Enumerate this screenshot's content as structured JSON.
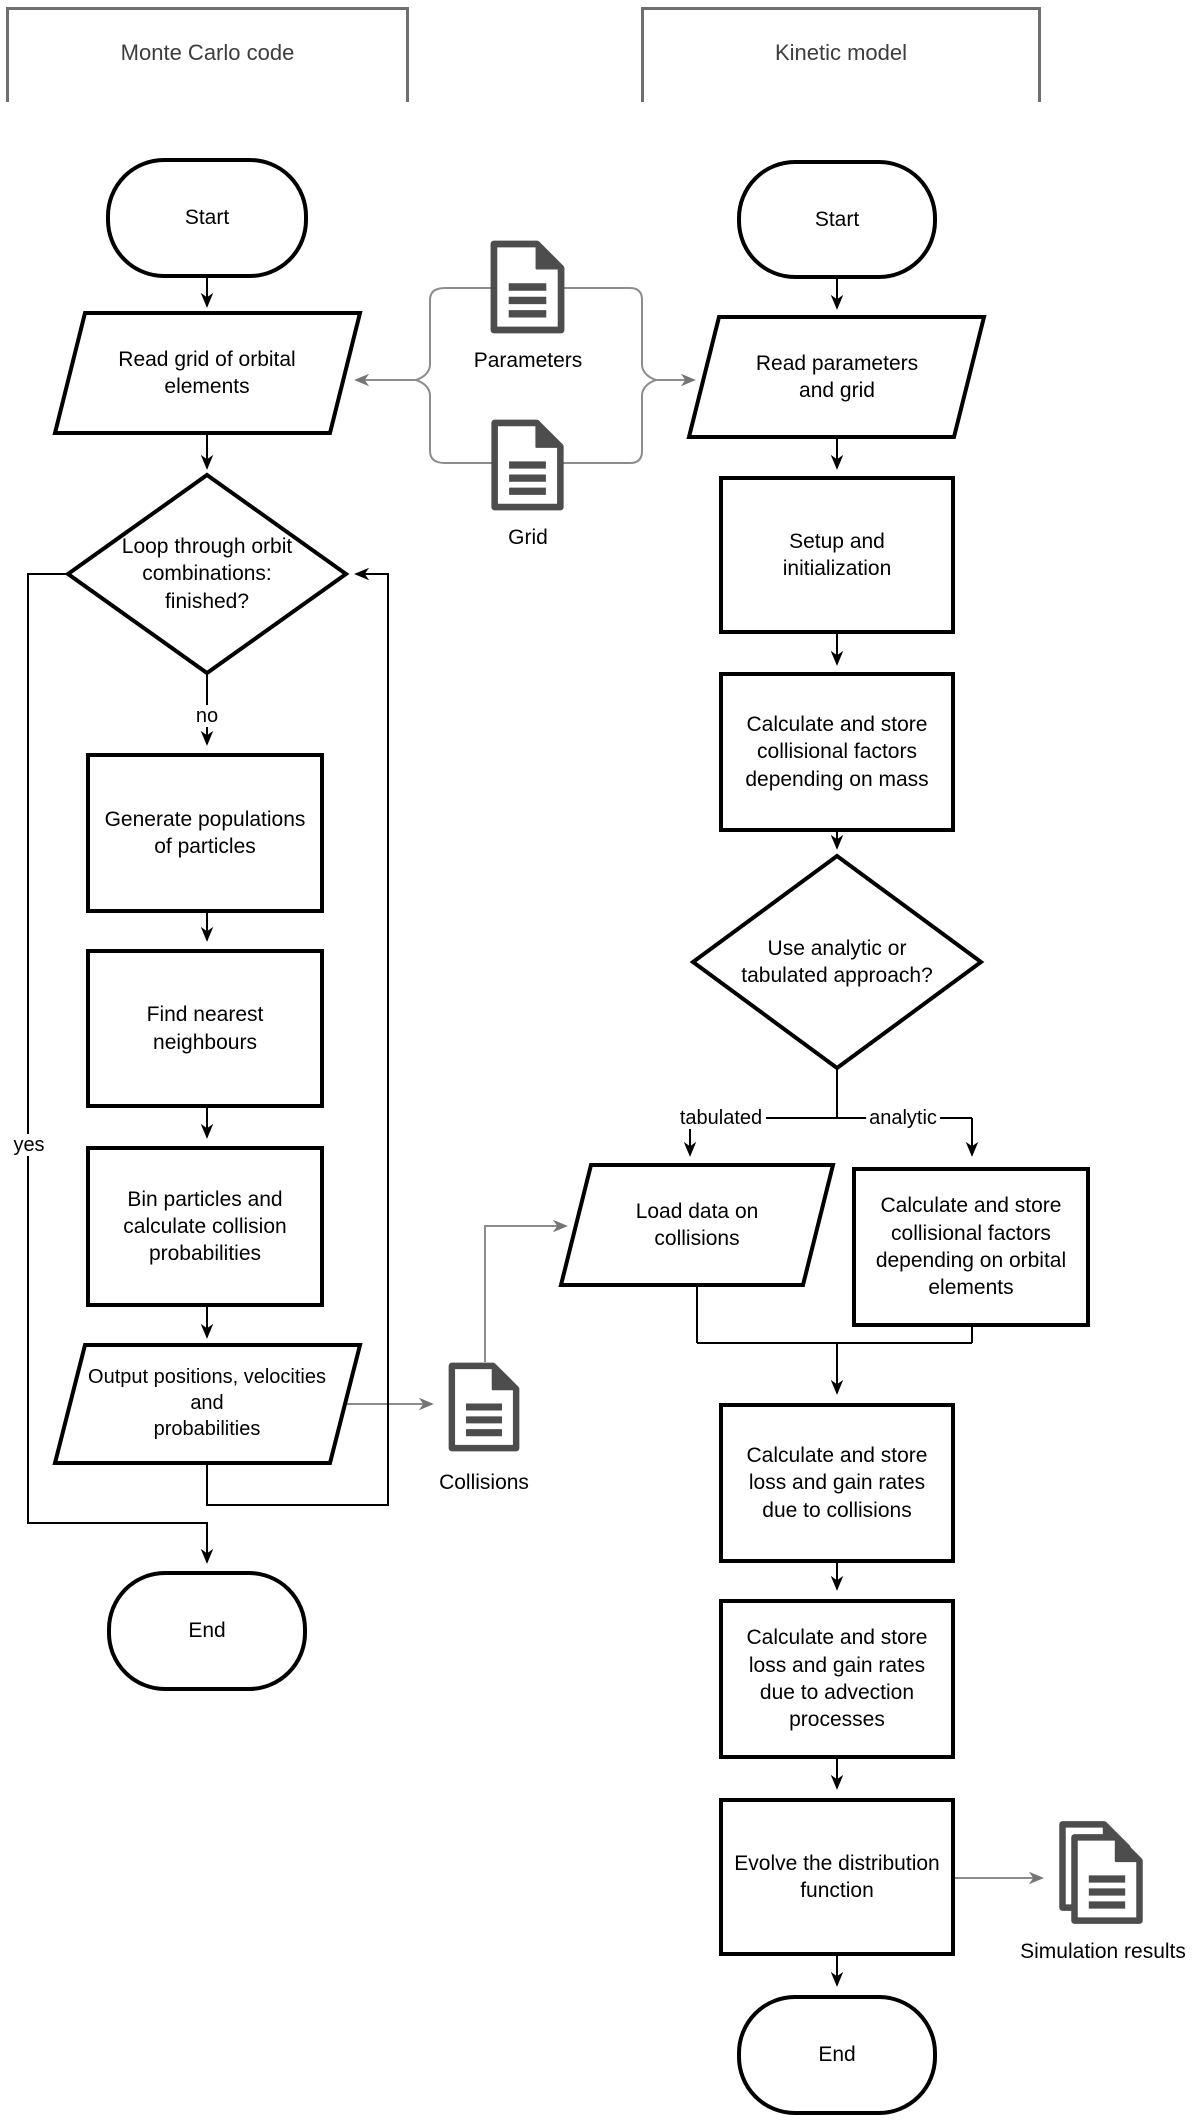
{
  "lanes": {
    "monte_carlo": "Monte Carlo code",
    "kinetic": "Kinetic model"
  },
  "monte_carlo": {
    "start": "Start",
    "read_grid": "Read grid of orbital\nelements",
    "loop_decision": "Loop through orbit\ncombinations:\nfinished?",
    "generate": "Generate populations\nof particles",
    "find_neighbours": "Find nearest\nneighbours",
    "bin_particles": "Bin particles and\ncalculate collision\nprobabilities",
    "output": "Output positions, velocities\nand\nprobabilities",
    "end": "End"
  },
  "kinetic": {
    "start": "Start",
    "read_parameters": "Read parameters\nand grid",
    "setup": "Setup and\ninitialization",
    "collisional_factors_mass": "Calculate and store\ncollisional factors\ndepending on mass",
    "approach_decision": "Use analytic or\ntabulated approach?",
    "load_data": "Load data on\ncollisions",
    "collisional_factors_orbital": "Calculate and store\ncollisional factors\ndepending on orbital\nelements",
    "loss_gain_collisions": "Calculate and store\nloss and gain rates\ndue to collisions",
    "loss_gain_advection": "Calculate and store\nloss and gain rates\ndue to advection\nprocesses",
    "evolve": "Evolve the distribution\nfunction",
    "end": "End"
  },
  "edge_labels": {
    "no": "no",
    "yes": "yes",
    "tabulated": "tabulated",
    "analytic": "analytic"
  },
  "artifacts": {
    "parameters": "Parameters",
    "grid": "Grid",
    "collisions": "Collisions",
    "simulation_results": "Simulation results"
  },
  "colors": {
    "shape_stroke": "#000000",
    "connector_black": "#000000",
    "connector_gray": "#8c8c8c",
    "icon_gray": "#4d4d4d",
    "bracket_gray": "#6f6f6f",
    "background": "#ffffff"
  }
}
